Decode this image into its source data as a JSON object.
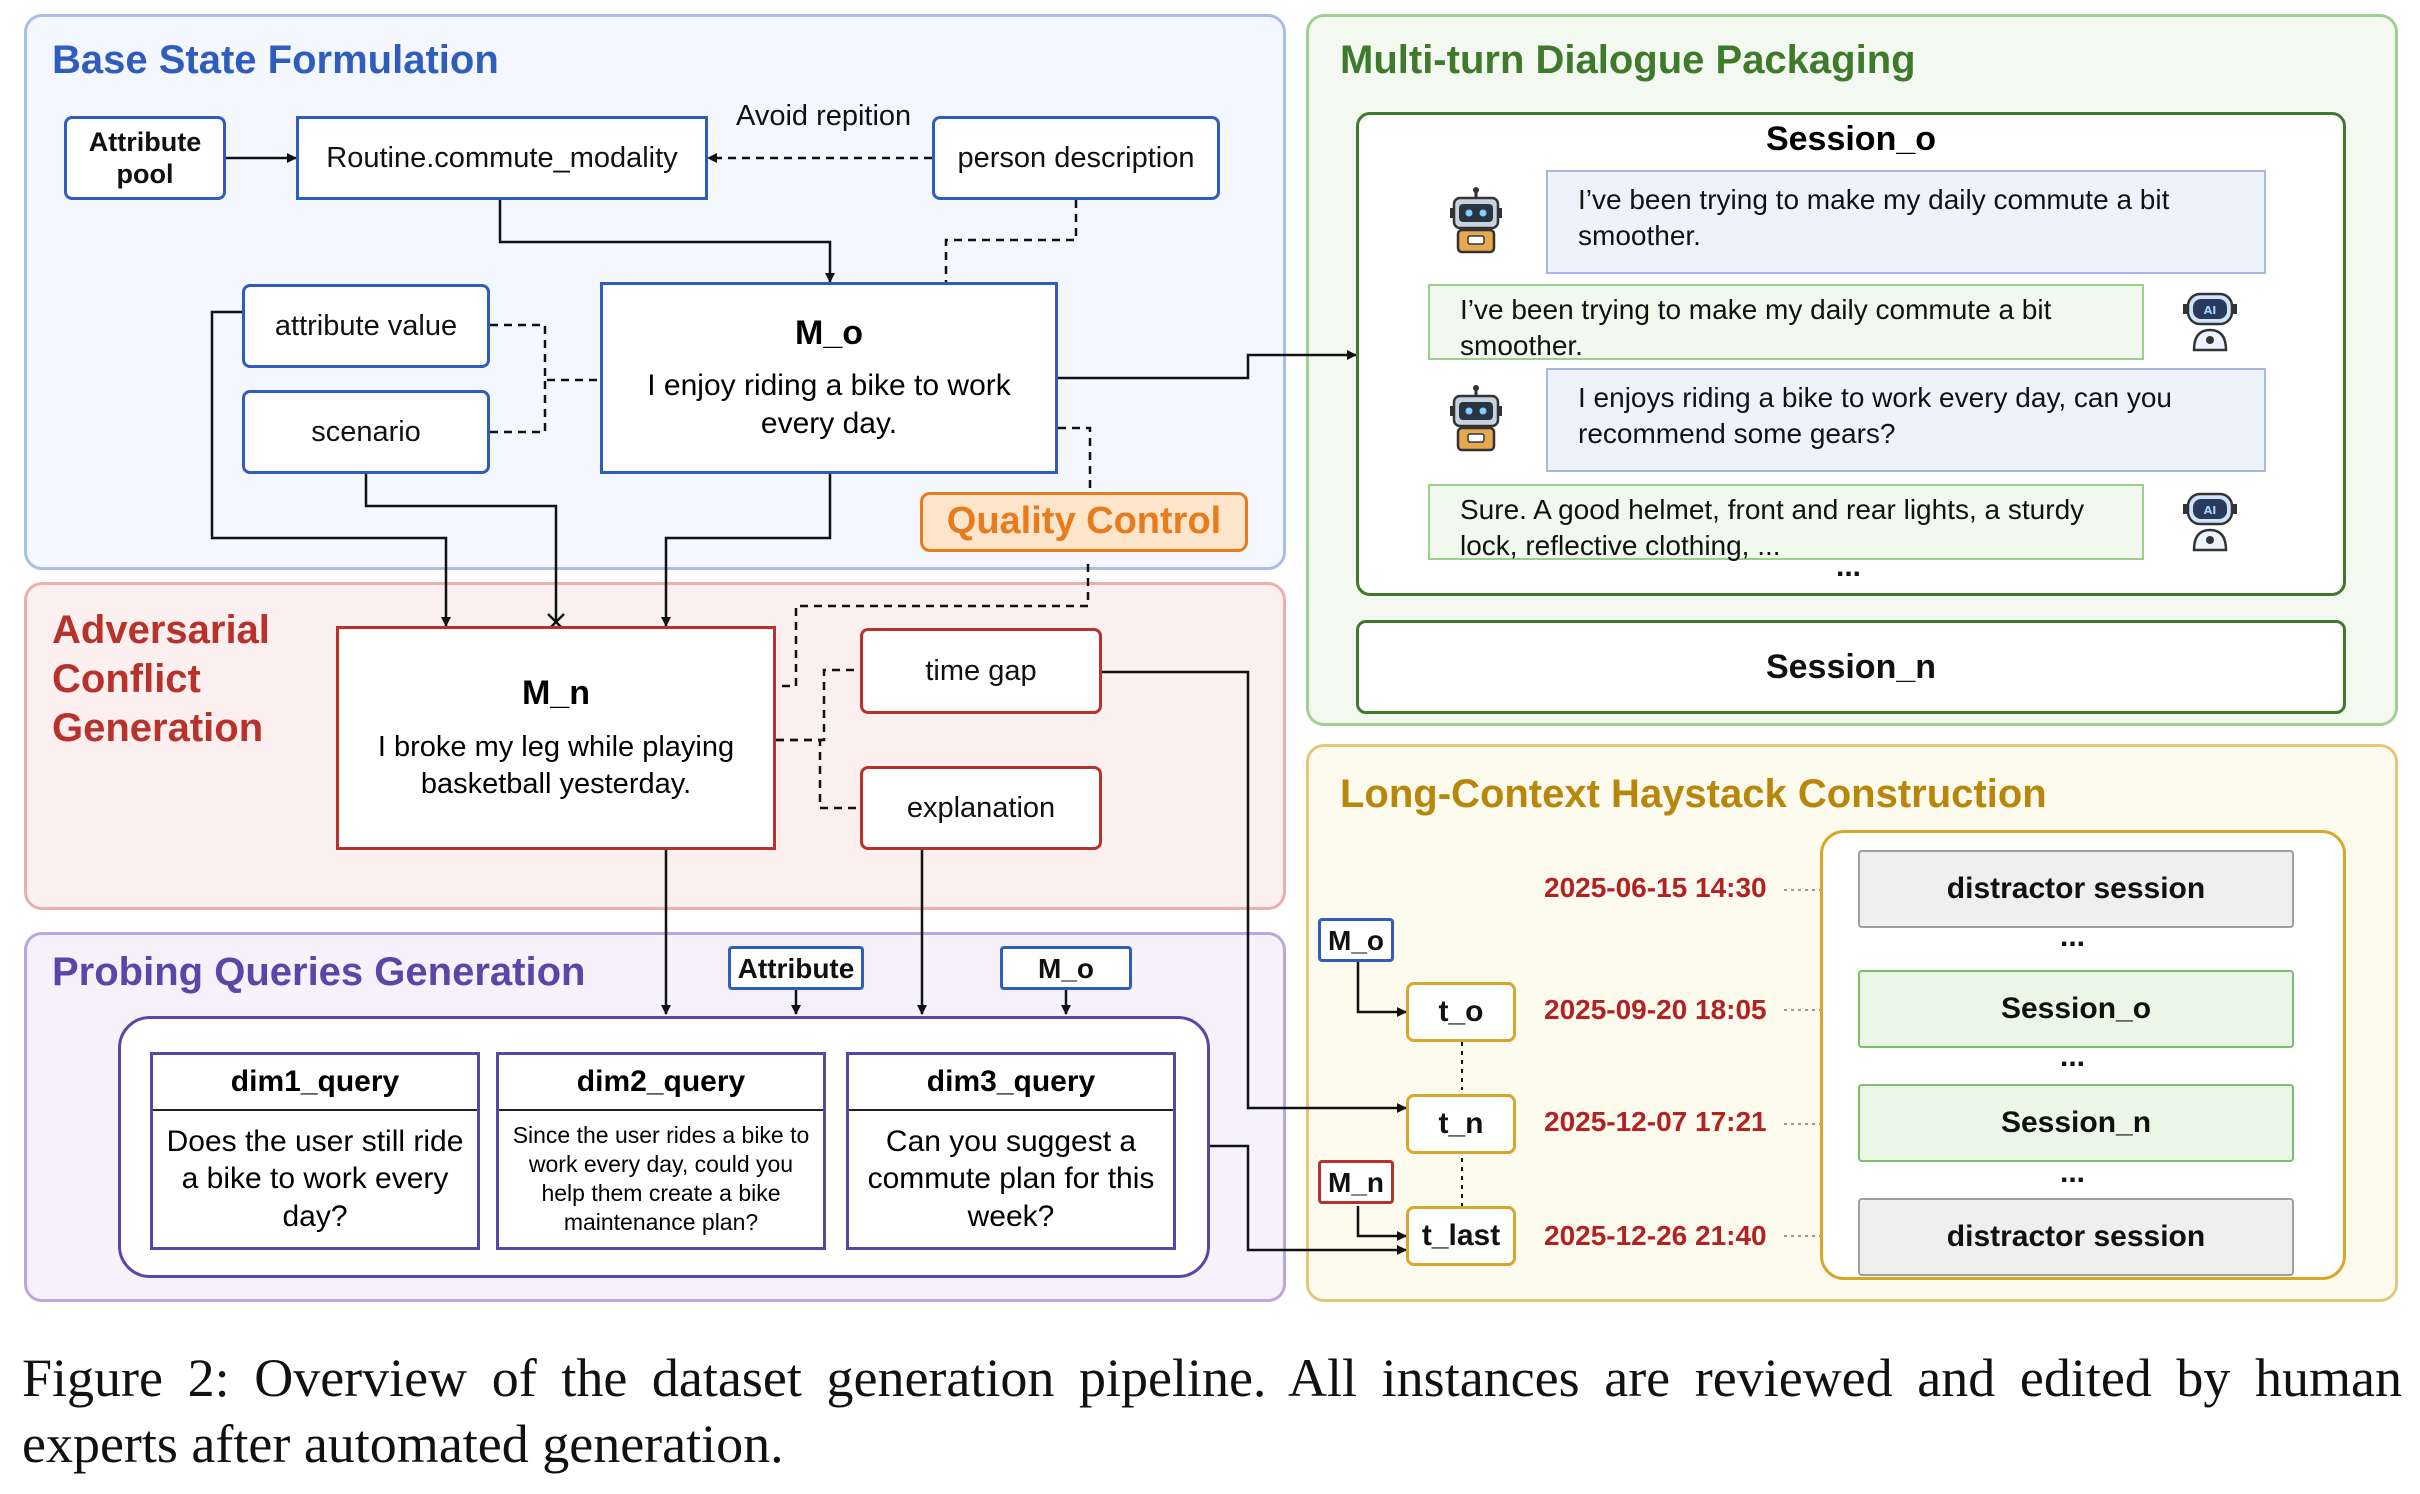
{
  "colors": {
    "blue": "#2f5dbd",
    "red": "#b8322c",
    "purple": "#5b45a6",
    "green": "#3f7a2c",
    "gold": "#b8860b",
    "orange": "#e87b1c",
    "date": "#b22222"
  },
  "panels": {
    "base_state": {
      "title": "Base State Formulation"
    },
    "adversarial": {
      "title": "Adversarial Conflict Generation"
    },
    "probing": {
      "title": "Probing Queries Generation"
    },
    "dialogue": {
      "title": "Multi-turn Dialogue Packaging"
    },
    "haystack": {
      "title": "Long-Context Haystack Construction"
    }
  },
  "base": {
    "attribute_pool": "Attribute pool",
    "routine": "Routine.commute_modality",
    "avoid": "Avoid repition",
    "person": "person description",
    "attribute_value": "attribute value",
    "scenario": "scenario",
    "m_o_title": "M_o",
    "m_o_text": "I enjoy riding a bike to work every day."
  },
  "quality_control": "Quality Control",
  "adversarial": {
    "m_n_title": "M_n",
    "m_n_text": "I broke my leg while playing basketball yesterday.",
    "time_gap": "time gap",
    "explanation": "explanation"
  },
  "probing": {
    "attribute_tag": "Attribute",
    "m_o_tag": "M_o",
    "queries": [
      {
        "title": "dim1_query",
        "text": "Does the user still ride a bike to work every day?"
      },
      {
        "title": "dim2_query",
        "text": "Since the user rides a bike to work every day, could you help them create a bike maintenance plan?"
      },
      {
        "title": "dim3_query",
        "text": "Can you suggest a commute plan for this week?"
      }
    ]
  },
  "dialogue": {
    "session_o": "Session_o",
    "session_n": "Session_n",
    "ellipsis": "...",
    "messages": [
      {
        "role": "bot",
        "icon": "robot-icon",
        "text": "I’ve been trying to make my daily commute a bit smoother."
      },
      {
        "role": "user",
        "icon": "ai-assistant-icon",
        "text": "I’ve been trying to make my daily commute a bit smoother."
      },
      {
        "role": "bot",
        "icon": "robot-icon",
        "text": "I enjoys riding a bike to work every day, can you recommend some gears?"
      },
      {
        "role": "user",
        "icon": "ai-assistant-icon",
        "text": "Sure. A good helmet, front and rear lights, a sturdy lock, reflective clothing, ..."
      }
    ]
  },
  "haystack": {
    "m_o_tag": "M_o",
    "m_n_tag": "M_n",
    "t_o": "t_o",
    "t_n": "t_n",
    "t_last": "t_last",
    "timestamps": [
      "2025-06-15 14:30",
      "2025-09-20 18:05",
      "2025-12-07 17:21",
      "2025-12-26 21:40"
    ],
    "sessions": [
      "distractor session",
      "Session_o",
      "Session_n",
      "distractor session"
    ],
    "ellipsis": "..."
  },
  "caption": "Figure 2: Overview of the dataset generation pipeline. All instances are reviewed and edited by human experts after automated generation."
}
